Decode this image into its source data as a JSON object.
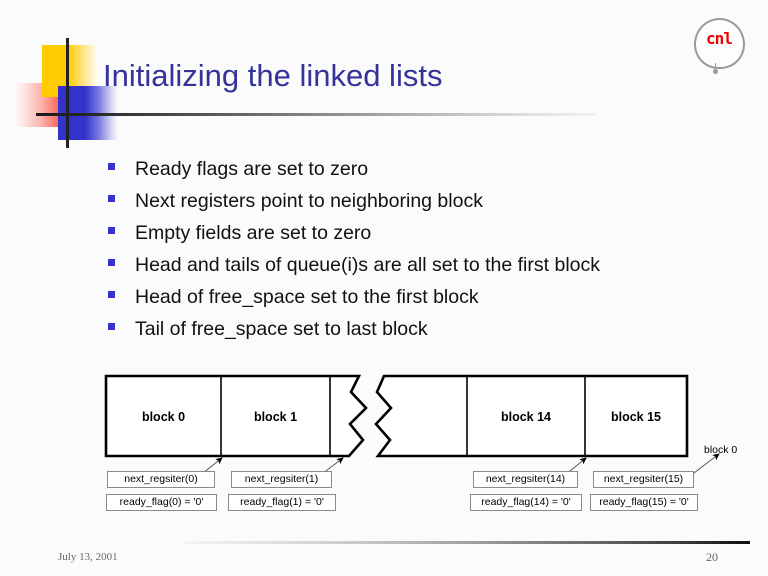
{
  "slide": {
    "title": "Initializing the linked lists",
    "logo_text": "cnl",
    "footer": {
      "date": "July 13, 2001",
      "page_number": "20"
    }
  },
  "bullets": [
    {
      "text": "Ready flags are set to zero"
    },
    {
      "text": "Next registers point to neighboring block"
    },
    {
      "text": "Empty fields are set to zero"
    },
    {
      "text": "Head and tails of queue(i)s are all set to the first block"
    },
    {
      "text": "Head of free_space set to the first block"
    },
    {
      "text": "Tail of free_space set to last block"
    }
  ],
  "diagram": {
    "blocks": [
      {
        "label": "block 0"
      },
      {
        "label": "block 1"
      },
      {
        "label": "block 14"
      },
      {
        "label": "block 15"
      }
    ],
    "next_tags": [
      {
        "label": "next_regsiter(0)"
      },
      {
        "label": "next_regsiter(1)"
      },
      {
        "label": "next_regsiter(14)"
      },
      {
        "label": "next_regsiter(15)"
      }
    ],
    "ready_tags": [
      {
        "label": "ready_flag(0) = '0'"
      },
      {
        "label": "ready_flag(1) = '0'"
      },
      {
        "label": "ready_flag(14) = '0'"
      },
      {
        "label": "ready_flag(15) = '0'"
      }
    ],
    "wrap_target_label": "block 0"
  },
  "colors": {
    "title": "#333399",
    "bullet_marker": "#3333cc",
    "deco_yellow": "#ffcc00",
    "deco_red": "#f83020",
    "deco_blue": "#3333cc",
    "logo_red": "#ee0000",
    "body_text": "#111111"
  }
}
